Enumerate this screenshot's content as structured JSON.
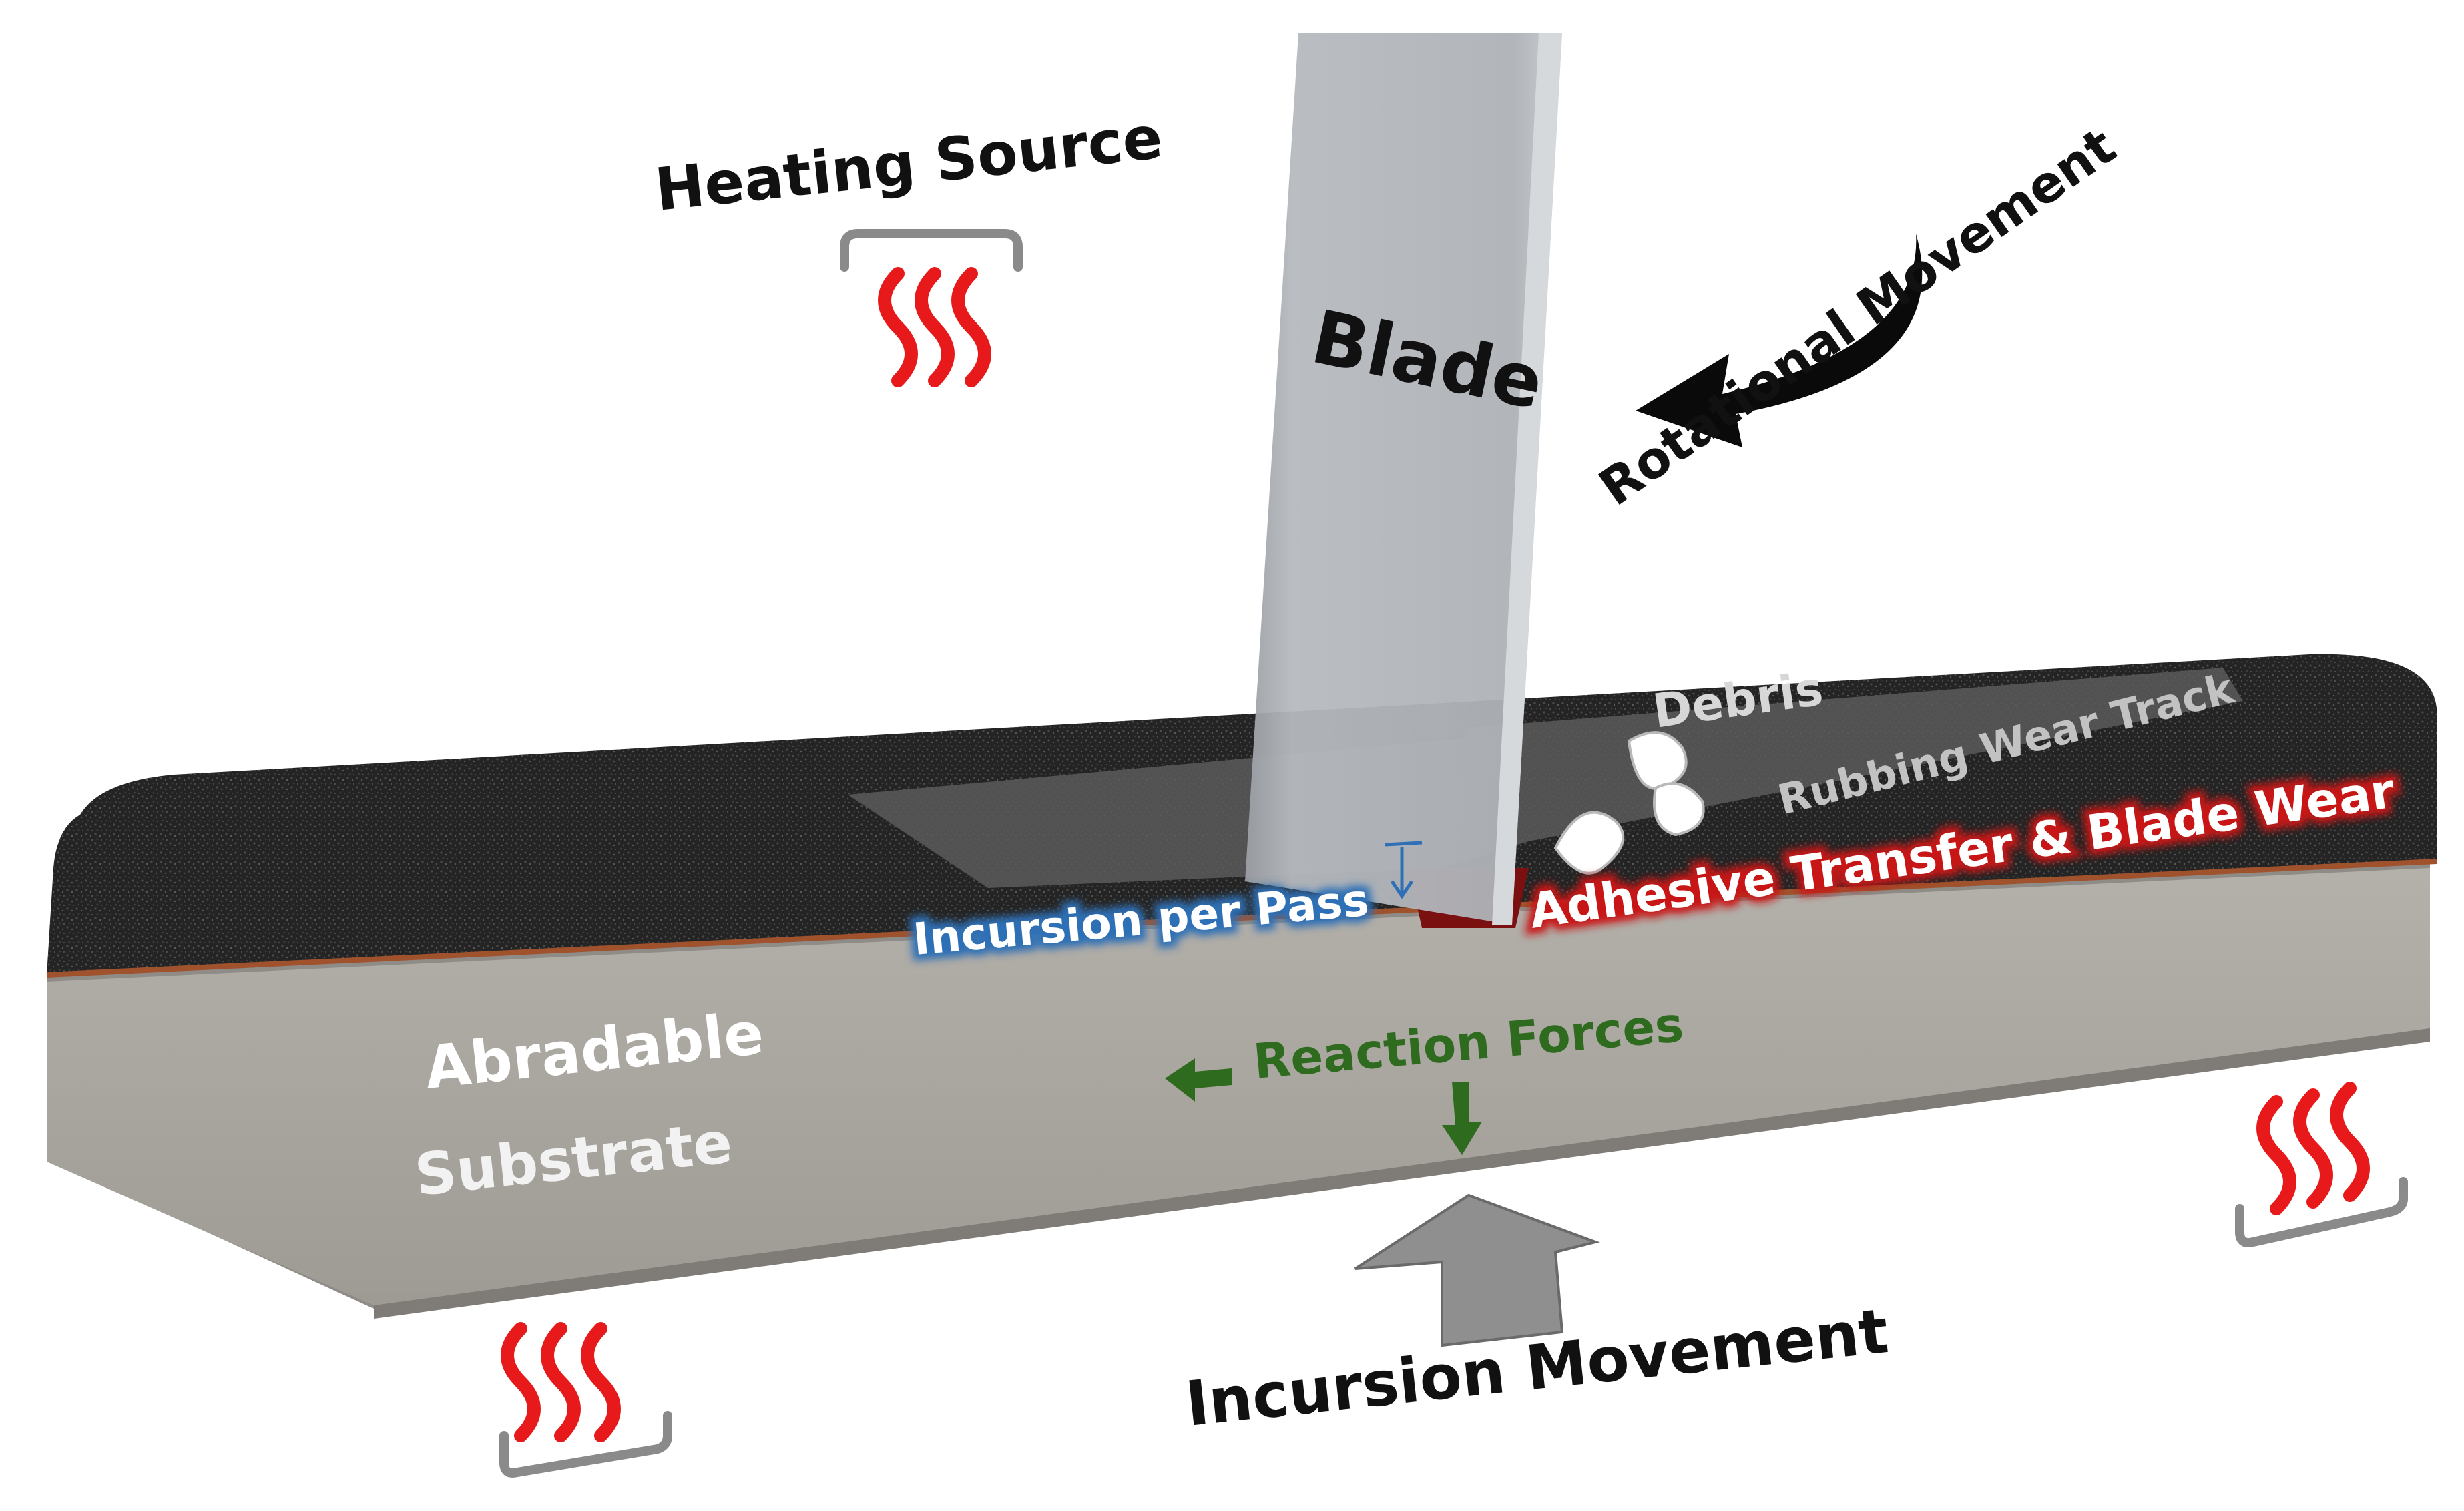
{
  "labels": {
    "heating_source": "Heating Source",
    "blade": "Blade",
    "rotational_movement": "Rotational Movement",
    "debris": "Debris",
    "rubbing_wear_track": "Rubbing Wear Track",
    "adhesive_transfer": "Adhesive Transfer & Blade Wear",
    "incursion_per_pass": "Incursion per Pass",
    "abradable": "Abradable",
    "substrate": "Substrate",
    "reaction_forces": "Reaction Forces",
    "incursion_movement": "Incursion Movement"
  },
  "colors": {
    "abradable": "#262626",
    "substrate": "#aba7a1",
    "interface_line": "#a0522d",
    "blade": "#a9adb3",
    "wear_track": "#5a5a5a",
    "heat_waves": "#e8191b",
    "heater_plate": "#9a9a9a",
    "incursion_label": "#2f6fb5",
    "adhesive_label": "#c81818",
    "reaction_forces": "#2e6b1e",
    "incursion_arrow": "#8f8f8f",
    "text_dark": "#111111",
    "text_light": "#ffffff"
  }
}
